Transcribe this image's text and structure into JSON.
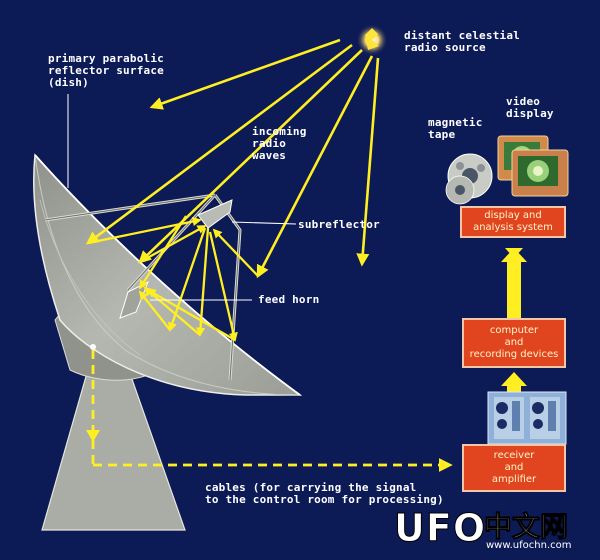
{
  "labels": {
    "primary_dish": "primary parabolic\nreflector surface\n(dish)",
    "celestial_source": "distant celestial\nradio source",
    "incoming_waves": "incoming\nradio\nwaves",
    "subreflector": "subreflector",
    "feed_horn": "feed horn",
    "magnetic_tape": "magnetic\ntape",
    "video_display": "video\ndisplay",
    "cables": "cables (for carrying the signal\nto the control room for processing)"
  },
  "boxes": {
    "display_analysis": "display and\nanalysis system",
    "computer_recording": "computer\nand\nrecording devices",
    "receiver_amplifier": "receiver\nand\namplifier"
  },
  "watermark": {
    "logo": "UFO",
    "cn": "中文网",
    "url": "www.ufochn.com"
  },
  "colors": {
    "background": "#0c1a55",
    "ray": "#ffee22",
    "box_fill": "#e0451f",
    "box_border": "#f4c7a6",
    "dish_gray": "#a8aca4"
  }
}
